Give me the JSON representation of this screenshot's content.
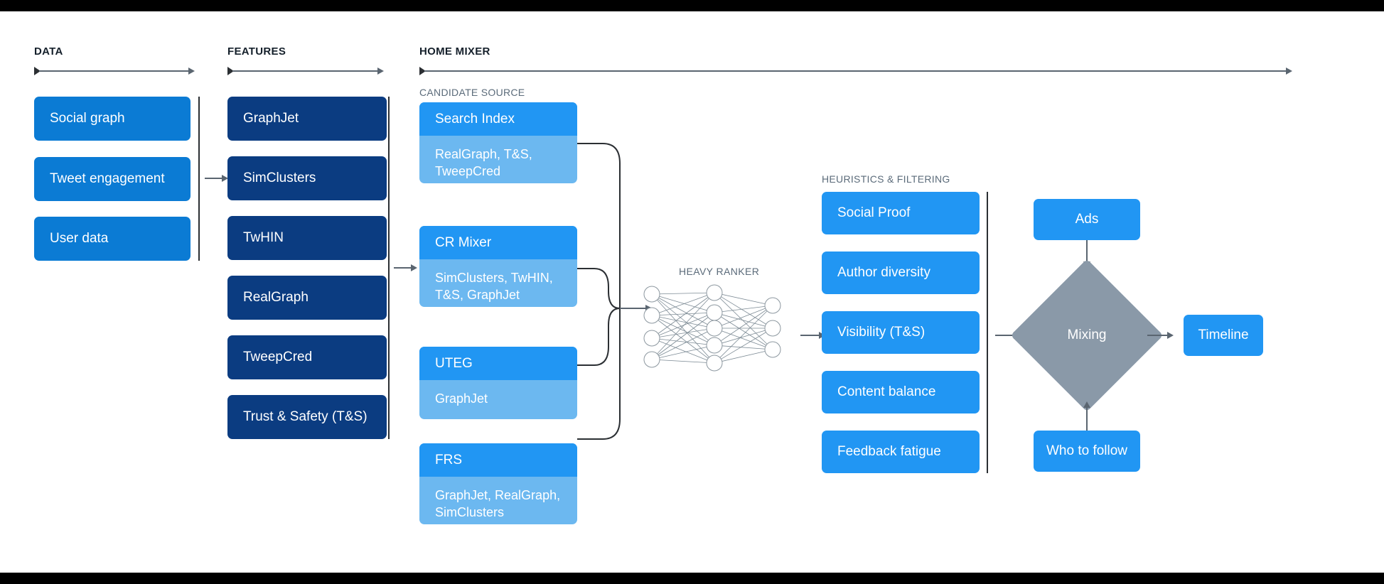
{
  "sections": {
    "data": {
      "label": "DATA"
    },
    "features": {
      "label": "FEATURES"
    },
    "home_mixer": {
      "label": "HOME MIXER"
    },
    "candidate_source": {
      "label": "CANDIDATE SOURCE"
    },
    "heavy_ranker": {
      "label": "HEAVY RANKER"
    },
    "heuristics": {
      "label": "HEURISTICS & FILTERING"
    }
  },
  "data_boxes": [
    {
      "label": "Social graph"
    },
    {
      "label": "Tweet engagement"
    },
    {
      "label": "User data"
    }
  ],
  "feature_boxes": [
    {
      "label": "GraphJet"
    },
    {
      "label": "SimClusters"
    },
    {
      "label": "TwHIN"
    },
    {
      "label": "RealGraph"
    },
    {
      "label": "TweepCred"
    },
    {
      "label": "Trust & Safety (T&S)"
    }
  ],
  "candidate_sources": [
    {
      "title": "Search Index",
      "detail": "RealGraph, T&S, TweepCred"
    },
    {
      "title": "CR Mixer",
      "detail": "SimClusters, TwHIN, T&S, GraphJet"
    },
    {
      "title": "UTEG",
      "detail": "GraphJet"
    },
    {
      "title": "FRS",
      "detail": "GraphJet, RealGraph, SimClusters"
    }
  ],
  "heuristic_boxes": [
    {
      "label": "Social Proof"
    },
    {
      "label": "Author diversity"
    },
    {
      "label": "Visibility (T&S)"
    },
    {
      "label": "Content balance"
    },
    {
      "label": "Feedback fatigue"
    }
  ],
  "mixing": {
    "label": "Mixing"
  },
  "ads": {
    "label": "Ads"
  },
  "who_to_follow": {
    "label": "Who to follow"
  },
  "timeline": {
    "label": "Timeline"
  },
  "network": {
    "input_nodes": 4,
    "hidden_nodes": 5,
    "output_nodes": 3
  },
  "colors": {
    "dark_blue": "#0b3c81",
    "mid_blue": "#0b7bd4",
    "bright_blue": "#2196f3",
    "light_blue": "#6cb8f0",
    "gray_diamond": "#8a99a8",
    "line": "#5a6570"
  }
}
